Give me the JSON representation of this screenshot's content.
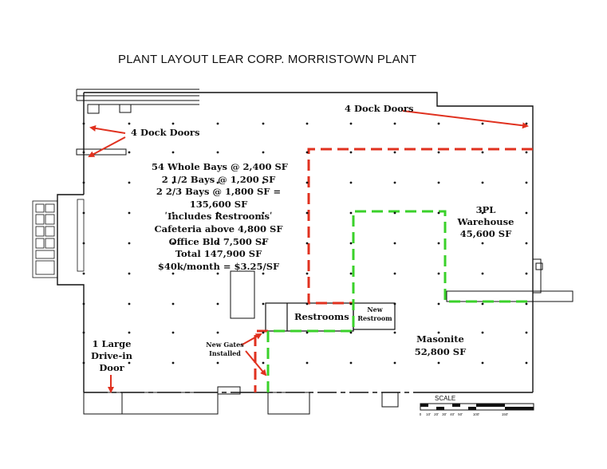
{
  "title": "PLANT LAYOUT LEAR CORP.  MORRISTOWN PLANT",
  "labels": {
    "dock_doors_left": "4 Dock Doors",
    "dock_doors_right": "4 Dock Doors",
    "warehouse_line1": "3PL",
    "warehouse_line2": "Warehouse",
    "warehouse_area": "45,600 SF",
    "restrooms": "Restrooms",
    "new_restroom_line1": "New",
    "new_restroom_line2": "Restroom",
    "masonite_name": "Masonite",
    "masonite_area": "52,800 SF",
    "drive_in_line1": "1 Large",
    "drive_in_line2": "Drive-in",
    "drive_in_line3": "Door",
    "gates_line1": "New Gates",
    "gates_line2": "Installed"
  },
  "info_lines": [
    "54 Whole Bays @ 2,400 SF",
    "2 1/2 Bays @ 1,200 SF",
    "2 2/3 Bays @ 1,800 SF =",
    "135,600 SF",
    "ʹIncludes Restroomsʹ",
    "Cafeteria above 4,800 SF",
    "Office Bld 7,500 SF",
    "Total 147,900 SF",
    "$40k/month = $3.25/SF"
  ],
  "scale": {
    "label": "SCALE",
    "ticks": [
      "0",
      "10'",
      "20'",
      "30'",
      "40'",
      "50'",
      "100'",
      "150'"
    ]
  },
  "colors": {
    "outline": "#111111",
    "warehouse_boundary": "#e0311f",
    "masonite_boundary": "#3ad12a",
    "arrow": "#e0311f"
  }
}
